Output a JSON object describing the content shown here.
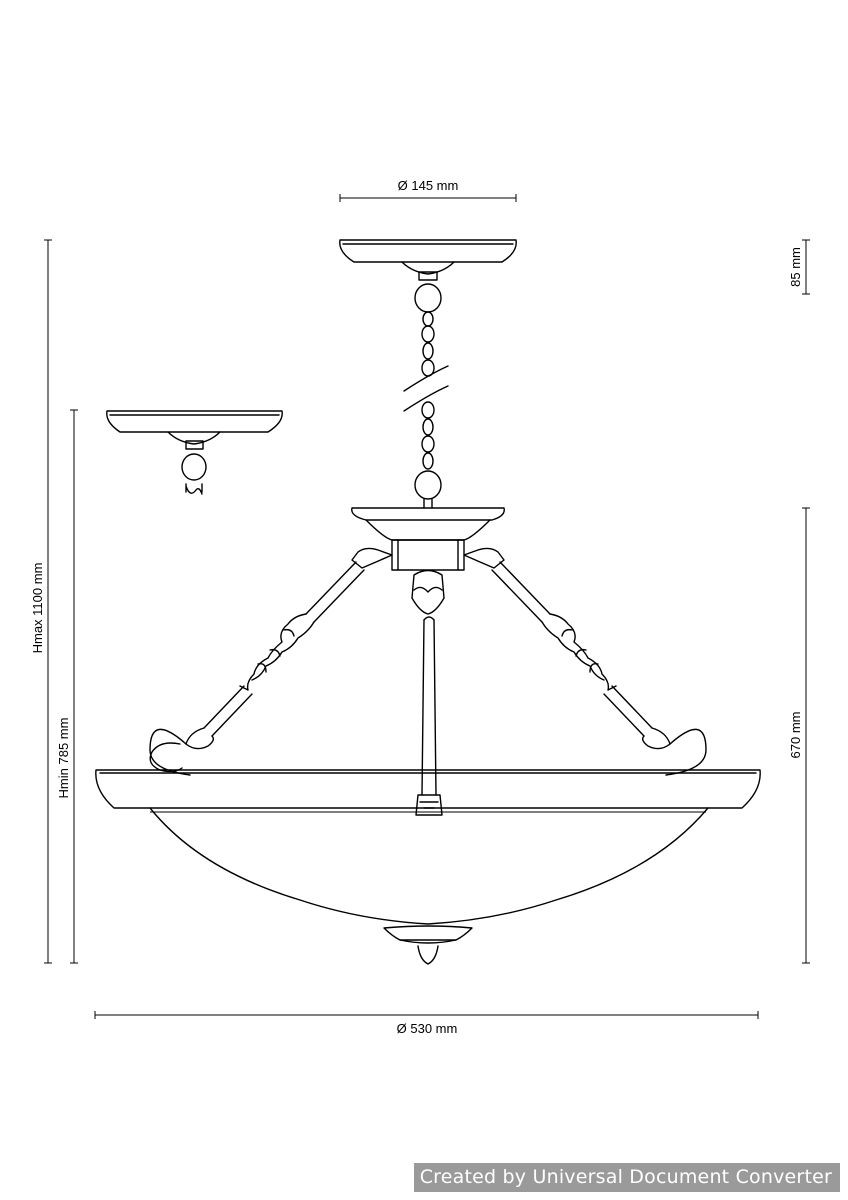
{
  "dimensions": {
    "top_diameter": "Ø 145 mm",
    "canopy_height": "85 mm",
    "h_max": "Hmax 1100 mm",
    "h_min": "Hmin 785 mm",
    "body_height": "670 mm",
    "bowl_diameter": "Ø 530 mm"
  },
  "watermark": "Created by Universal Document Converter"
}
